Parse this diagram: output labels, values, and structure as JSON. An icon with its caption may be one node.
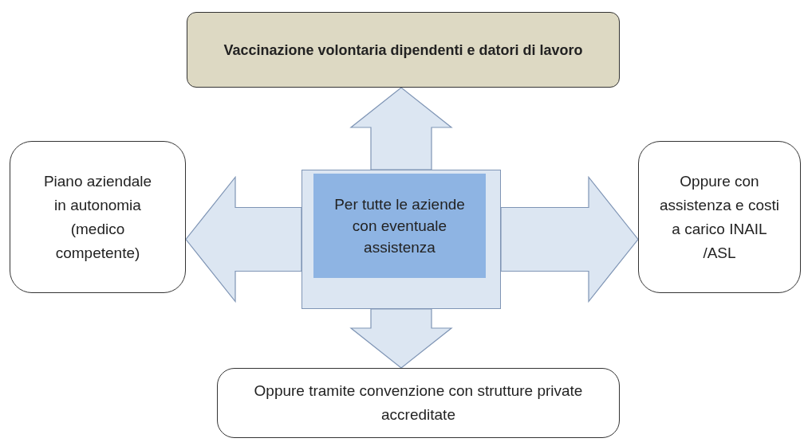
{
  "diagram": {
    "nodes": [
      {
        "text": [
          "Vaccinazione volontaria dipendenti e datori di lavoro"
        ]
      },
      {
        "text": [
          "Piano aziendale in autonomia (medico competente)"
        ]
      },
      {
        "text": [
          "Per tutte le aziende con eventuale assistenza"
        ]
      },
      {
        "text": [
          "Oppure con assistenza e costi a carico INAIL /ASL"
        ]
      },
      {
        "text": [
          "Oppure tramite convenzione con strutture private accreditate"
        ]
      }
    ],
    "edges": [
      {
        "from": 2,
        "to": 0,
        "arrow": "to"
      },
      {
        "from": 2,
        "to": 1,
        "arrow": "to"
      },
      {
        "from": 2,
        "to": 3,
        "arrow": "to"
      },
      {
        "from": 2,
        "to": 4,
        "arrow": "to"
      }
    ]
  }
}
